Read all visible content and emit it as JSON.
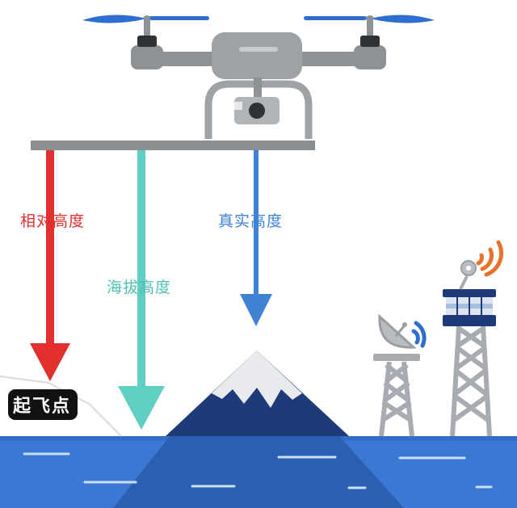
{
  "labels": {
    "relative_altitude": "相对高度",
    "altitude_above_sea_level": "海拔高度",
    "true_altitude": "真实高度",
    "takeoff_point": "起飞点"
  },
  "colors": {
    "relative_altitude": "#e2302f",
    "altitude_above_sea_level": "#5ecfc2",
    "true_altitude": "#3f82d6",
    "sea": "#3b78d4",
    "sea_deep": "#2a5cad",
    "mountain": "#1f3a78",
    "snow": "#e8eaee",
    "drone_body": "#8e9196",
    "propeller": "#2f6ed1",
    "tower": "#a8abb1"
  },
  "icons": [
    "drone-icon",
    "camera-icon",
    "mountain-icon",
    "satellite-dish-icon",
    "control-tower-icon",
    "signal-waves-icon"
  ]
}
